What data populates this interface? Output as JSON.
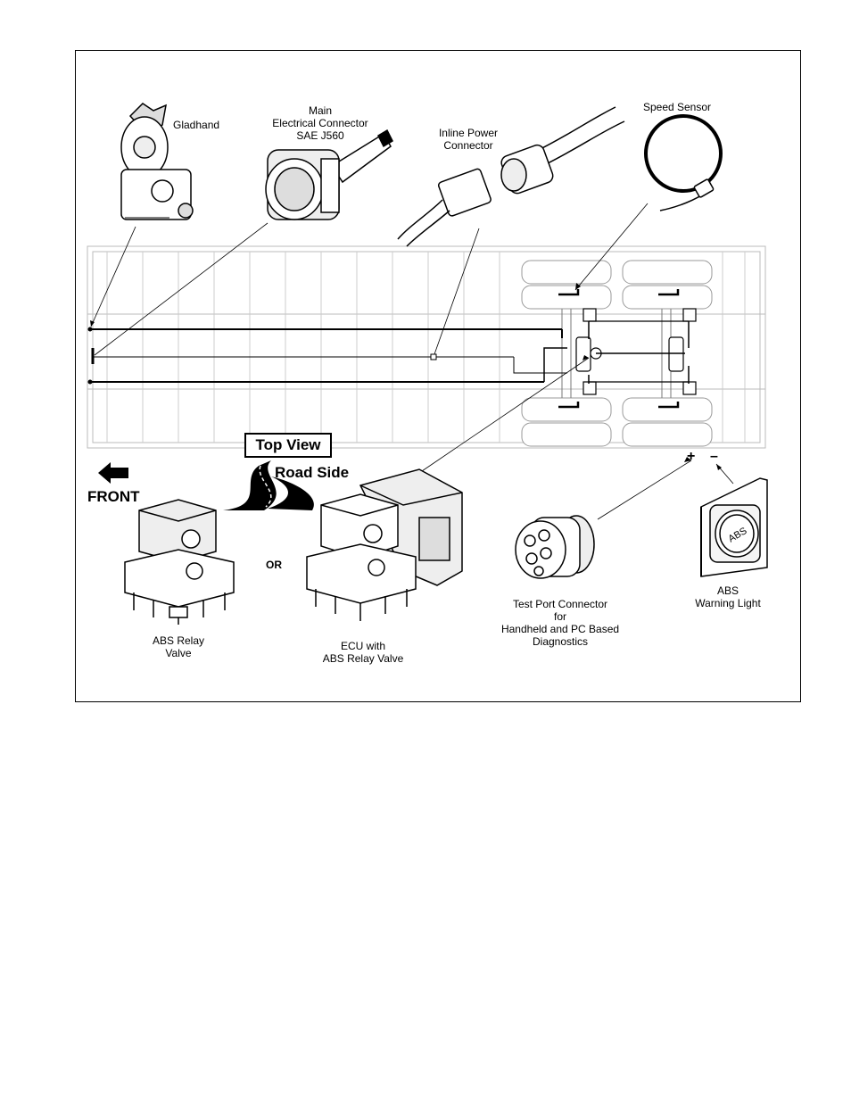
{
  "labels": {
    "gladhand": "Gladhand",
    "main_connector": [
      "Main",
      "Electrical Connector",
      "SAE J560"
    ],
    "inline_power": [
      "Inline Power",
      "Connector"
    ],
    "speed_sensor": "Speed Sensor",
    "top_view": "Top View",
    "road_side": "Road Side",
    "front": "FRONT",
    "or": "OR",
    "abs_relay_valve": [
      "ABS Relay",
      "Valve"
    ],
    "ecu_with_relay": [
      "ECU with",
      "ABS Relay Valve"
    ],
    "test_port": [
      "Test Port Connector",
      "for",
      "Handheld and PC Based",
      "Diagnostics"
    ],
    "abs_warning_light": [
      "ABS",
      "Warning Light"
    ],
    "abs_badge": "ABS",
    "plus": "+",
    "minus": "–"
  }
}
